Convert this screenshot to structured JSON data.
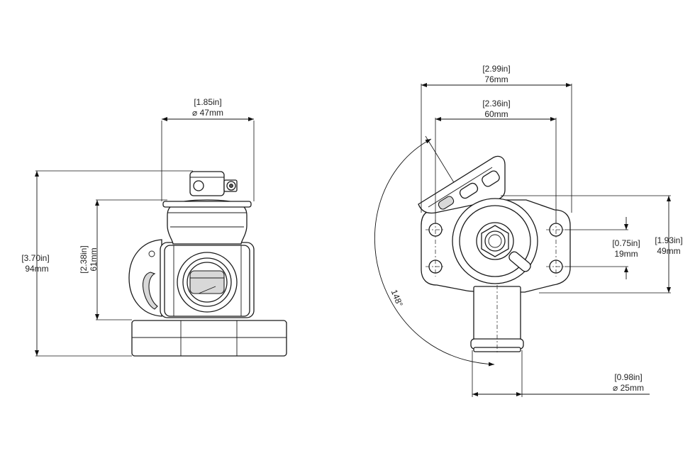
{
  "front_view": {
    "dim_width": {
      "inch": "[1.85in]",
      "mm": "⌀ 47mm"
    },
    "dim_total_height": {
      "inch": "[3.70in]",
      "mm": "94mm"
    },
    "dim_body_height": {
      "inch": "[2.38in]",
      "mm": "61mm"
    }
  },
  "top_view": {
    "dim_overall_width": {
      "inch": "[2.99in]",
      "mm": "76mm"
    },
    "dim_hole_spacing_x": {
      "inch": "[2.36in]",
      "mm": "60mm"
    },
    "dim_hole_spacing_y": {
      "inch": "[0.75in]",
      "mm": "19mm"
    },
    "dim_flange_height": {
      "inch": "[1.93in]",
      "mm": "49mm"
    },
    "dim_outlet": {
      "inch": "[0.98in]",
      "mm": "⌀ 25mm"
    },
    "angle": "148°"
  }
}
